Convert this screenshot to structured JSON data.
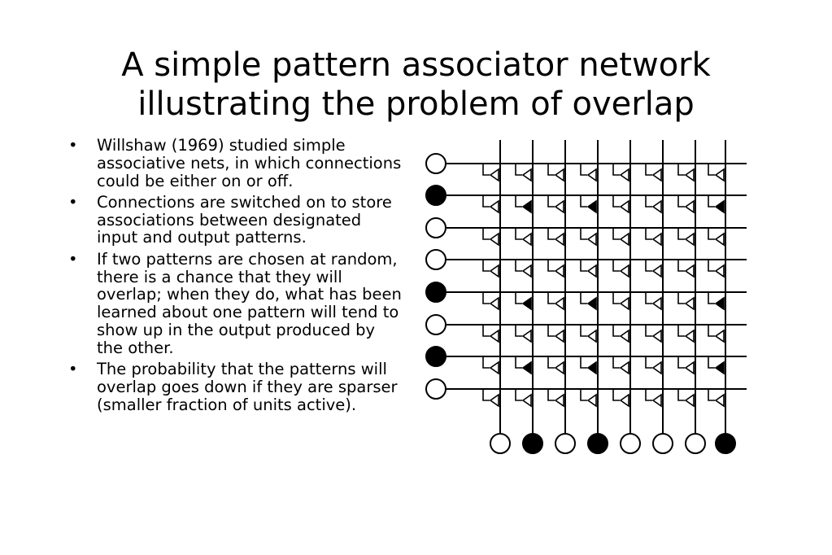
{
  "slide": {
    "title_lines": [
      "A simple pattern associator network",
      "illustrating the problem of overlap"
    ],
    "bullet_symbol": "•",
    "bullets": [
      "Willshaw (1969) studied simple associative nets, in which connections could be either on or off.",
      "Connections are switched on to store associations between designated input and output patterns.",
      "If two patterns are chosen at random, there is a chance that they will overlap; when they do, what has been learned about one pattern will tend to show up in the output produced by the other.",
      "The probability that the patterns will overlap goes down if they are sparser (smaller fraction of units active)."
    ]
  },
  "network": {
    "input_units_active": [
      false,
      true,
      false,
      false,
      true,
      false,
      true,
      false
    ],
    "output_units_active": [
      false,
      true,
      false,
      true,
      false,
      false,
      false,
      true
    ],
    "active_connections": [
      [
        1,
        1
      ],
      [
        1,
        3
      ],
      [
        1,
        7
      ],
      [
        4,
        1
      ],
      [
        4,
        3
      ],
      [
        4,
        7
      ],
      [
        6,
        1
      ],
      [
        6,
        3
      ],
      [
        6,
        7
      ]
    ],
    "colors": {
      "line": "#000000",
      "active": "#000000",
      "inactive": "#ffffff"
    }
  }
}
